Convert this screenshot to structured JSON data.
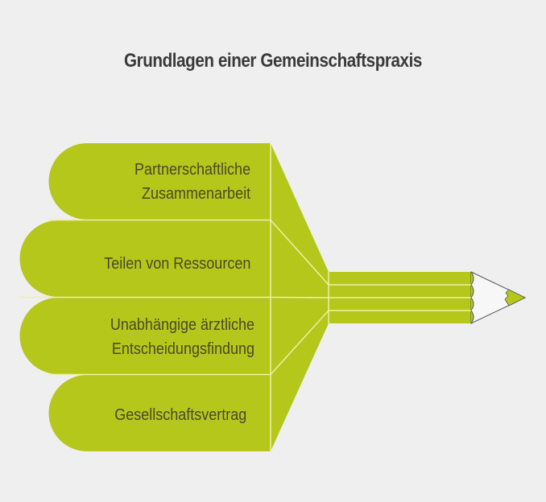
{
  "title": "Grundlagen einer Gemeinschaftspraxis",
  "colors": {
    "background": "#efefef",
    "accent": "#b5c71b",
    "divider": "#eef0a8",
    "text": "#4a4a2a",
    "pencil_wood": "#f7f7f7"
  },
  "items": [
    {
      "line1": "Partnerschaftliche",
      "line2": "Zusammenarbeit"
    },
    {
      "line1": "Teilen von Ressourcen",
      "line2": ""
    },
    {
      "line1": "Unabhängige ärztliche",
      "line2": "Entscheidungsfindung"
    },
    {
      "line1": "Gesellschaftsvertrag",
      "line2": ""
    }
  ]
}
